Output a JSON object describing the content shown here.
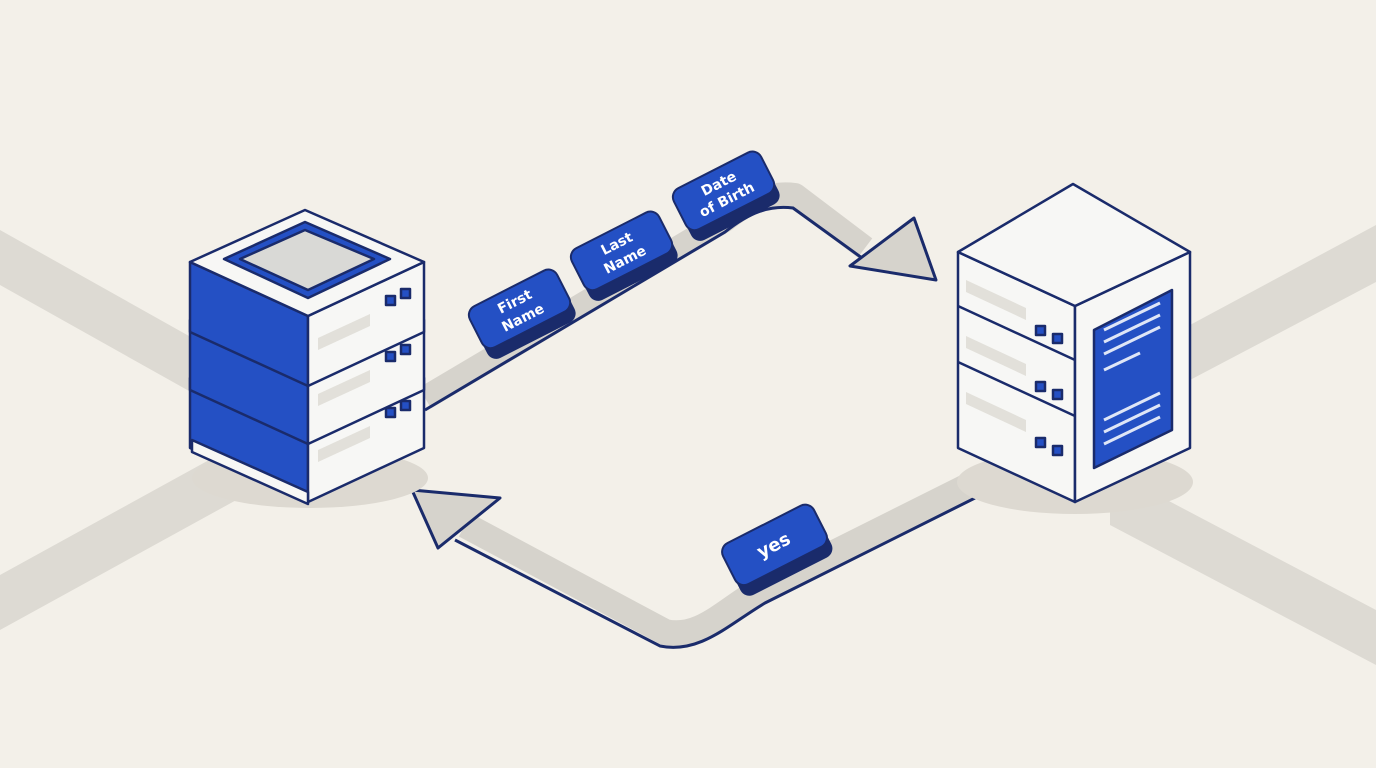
{
  "colors": {
    "background": "#f3f0e9",
    "accent_blue": "#2450c4",
    "outline_navy": "#1a2b6b",
    "panel_white": "#f7f7f5",
    "shadow_gray": "#d6d3cc",
    "screen_gray": "#d9d9d6"
  },
  "diagram": {
    "nodes": [
      {
        "id": "client-stack",
        "kind": "three-unit-stack"
      },
      {
        "id": "server-tower",
        "kind": "tower-server"
      }
    ],
    "request_tokens": [
      {
        "line1": "First",
        "line2": "Name"
      },
      {
        "line1": "Last",
        "line2": "Name"
      },
      {
        "line1": "Date",
        "line2": "of Birth"
      }
    ],
    "response_tokens": [
      {
        "line1": "yes"
      }
    ]
  }
}
